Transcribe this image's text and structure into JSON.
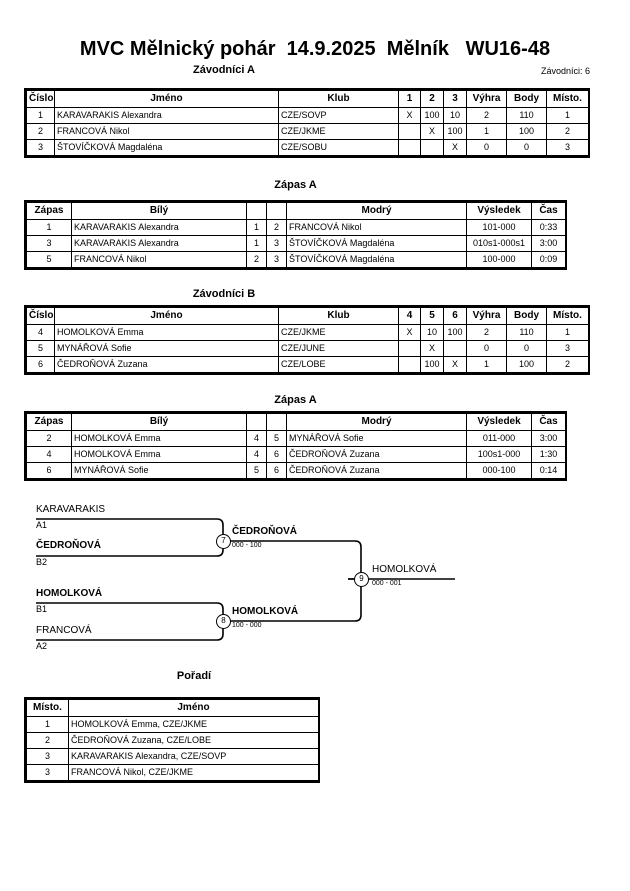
{
  "document": {
    "title": "MVC Mělnický pohár  14.9.2025  Mělník   WU16-48"
  },
  "group_a": {
    "caption": "Závodníci A",
    "entries_label": "Závodníci: 6",
    "columns": [
      "Číslo",
      "Jméno",
      "Klub",
      "1",
      "2",
      "3",
      "Výhra",
      "Body",
      "Místo."
    ],
    "rows": [
      {
        "cislo": "1",
        "jmeno": "KARAVARAKIS Alexandra",
        "klub": "CZE/SOVP",
        "m1": "X",
        "m2": "100",
        "m3": "10",
        "vyhra": "2",
        "body": "110",
        "misto": "1"
      },
      {
        "cislo": "2",
        "jmeno": "FRANCOVÁ Nikol",
        "klub": "CZE/JKME",
        "m1": "",
        "m2": "X",
        "m3": "100",
        "vyhra": "1",
        "body": "100",
        "misto": "2"
      },
      {
        "cislo": "3",
        "jmeno": "ŠTOVÍČKOVÁ Magdaléna",
        "klub": "CZE/SOBU",
        "m1": "",
        "m2": "",
        "m3": "X",
        "vyhra": "0",
        "body": "0",
        "misto": "3"
      }
    ]
  },
  "matches_a": {
    "caption": "Zápas A",
    "columns": [
      "Zápas",
      "Bílý",
      "",
      "",
      "Modrý",
      "Výsledek",
      "Čas"
    ],
    "rows": [
      {
        "zapas": "1",
        "bily": "KARAVARAKIS Alexandra",
        "bily_bold": true,
        "n1": "1",
        "n2": "2",
        "modry": "FRANCOVÁ Nikol",
        "modry_bold": false,
        "vysledek": "101-000",
        "cas": "0:33"
      },
      {
        "zapas": "3",
        "bily": "KARAVARAKIS Alexandra",
        "bily_bold": true,
        "n1": "1",
        "n2": "3",
        "modry": "ŠTOVÍČKOVÁ Magdaléna",
        "modry_bold": false,
        "vysledek": "010s1-000s1",
        "cas": "3:00"
      },
      {
        "zapas": "5",
        "bily": "FRANCOVÁ Nikol",
        "bily_bold": true,
        "n1": "2",
        "n2": "3",
        "modry": "ŠTOVÍČKOVÁ Magdaléna",
        "modry_bold": false,
        "vysledek": "100-000",
        "cas": "0:09"
      }
    ]
  },
  "group_b": {
    "caption": "Závodníci B",
    "columns": [
      "Číslo",
      "Jméno",
      "Klub",
      "4",
      "5",
      "6",
      "Výhra",
      "Body",
      "Místo."
    ],
    "rows": [
      {
        "cislo": "4",
        "jmeno": "HOMOLKOVÁ Emma",
        "klub": "CZE/JKME",
        "m1": "X",
        "m2": "10",
        "m3": "100",
        "vyhra": "2",
        "body": "110",
        "misto": "1"
      },
      {
        "cislo": "5",
        "jmeno": "MYNÁŘOVÁ Sofie",
        "klub": "CZE/JUNE",
        "m1": "",
        "m2": "X",
        "m3": "",
        "vyhra": "0",
        "body": "0",
        "misto": "3"
      },
      {
        "cislo": "6",
        "jmeno": "ČEDROŇOVÁ Zuzana",
        "klub": "CZE/LOBE",
        "m1": "",
        "m2": "100",
        "m3": "X",
        "vyhra": "1",
        "body": "100",
        "misto": "2"
      }
    ]
  },
  "matches_b": {
    "caption": "Zápas A",
    "columns": [
      "Zápas",
      "Bílý",
      "",
      "",
      "Modrý",
      "Výsledek",
      "Čas"
    ],
    "rows": [
      {
        "zapas": "2",
        "bily": "HOMOLKOVÁ Emma",
        "bily_bold": true,
        "n1": "4",
        "n2": "5",
        "modry": "MYNÁŘOVÁ Sofie",
        "modry_bold": false,
        "vysledek": "011-000",
        "cas": "3:00"
      },
      {
        "zapas": "4",
        "bily": "HOMOLKOVÁ Emma",
        "bily_bold": true,
        "n1": "4",
        "n2": "6",
        "modry": "ČEDROŇOVÁ Zuzana",
        "modry_bold": false,
        "vysledek": "100s1-000",
        "cas": "1:30"
      },
      {
        "zapas": "6",
        "bily": "MYNÁŘOVÁ Sofie",
        "bily_bold": false,
        "n1": "5",
        "n2": "6",
        "modry": "ČEDROŇOVÁ Zuzana",
        "modry_bold": true,
        "vysledek": "000-100",
        "cas": "0:14"
      }
    ]
  },
  "bracket": {
    "slots": [
      {
        "name": "KARAVARAKIS",
        "seed": "A1",
        "winner": false
      },
      {
        "name": "ČEDROŇOVÁ",
        "seed": "B2",
        "winner": true
      },
      {
        "name": "HOMOLKOVÁ",
        "seed": "B1",
        "winner": true
      },
      {
        "name": "FRANCOVÁ",
        "seed": "A2",
        "winner": false
      }
    ],
    "nodes": [
      {
        "number": "7",
        "winner": "ČEDROŇOVÁ",
        "score": "000 - 100"
      },
      {
        "number": "8",
        "winner": "HOMOLKOVÁ",
        "score": "100 - 000"
      },
      {
        "number": "9",
        "winner": "HOMOLKOVÁ",
        "score": "000 - 001"
      }
    ]
  },
  "standings": {
    "caption": "Pořadí",
    "columns": [
      "Místo.",
      "Jméno"
    ],
    "rows": [
      {
        "misto": "1",
        "jmeno": "HOMOLKOVÁ Emma, CZE/JKME"
      },
      {
        "misto": "2",
        "jmeno": "ČEDROŇOVÁ Zuzana, CZE/LOBE"
      },
      {
        "misto": "3",
        "jmeno": "KARAVARAKIS Alexandra, CZE/SOVP"
      },
      {
        "misto": "3",
        "jmeno": "FRANCOVÁ Nikol, CZE/JKME"
      }
    ]
  }
}
